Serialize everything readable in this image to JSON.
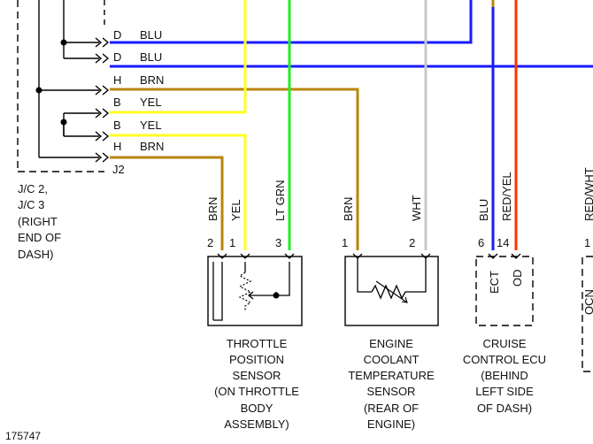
{
  "colors": {
    "blue": "#1a1aff",
    "brown": "#b8860b",
    "yellow": "#ffff22",
    "lt_green": "#22ee22",
    "white_wire": "#c8c8c8",
    "red": "#ff3300",
    "black": "#000000",
    "background": "#ffffff"
  },
  "junction": {
    "pins": [
      {
        "pin": "D",
        "color": "BLU"
      },
      {
        "pin": "D",
        "color": "BLU"
      },
      {
        "pin": "H",
        "color": "BRN"
      },
      {
        "pin": "B",
        "color": "YEL"
      },
      {
        "pin": "B",
        "color": "YEL"
      },
      {
        "pin": "H",
        "color": "BRN"
      }
    ],
    "connector_id": "J2",
    "label_lines": [
      "J/C 2,",
      "J/C 3",
      "(RIGHT",
      "END OF",
      "DASH)"
    ]
  },
  "wire_labels": {
    "tps_brn": "BRN",
    "tps_yel": "YEL",
    "tps_ltgrn": "LT GRN",
    "ect_brn": "BRN",
    "ect_wht": "WHT",
    "ecu_blu": "BLU",
    "ecu_redyel": "RED/YEL",
    "edge_partial": "RED/WHT"
  },
  "pins": {
    "tps_2": "2",
    "tps_1": "1",
    "tps_3": "3",
    "ect_1": "1",
    "ect_2": "2",
    "ecu_6": "6",
    "ecu_14": "14",
    "edge_1": "1"
  },
  "ecu_terminals": [
    "ECT",
    "OD"
  ],
  "edge_box_text": "OCN",
  "components": {
    "throttle_position_sensor": [
      "THROTTLE",
      "POSITION",
      "SENSOR",
      "(ON THROTTLE",
      "BODY",
      "ASSEMBLY)"
    ],
    "engine_coolant_temp_sensor": [
      "ENGINE",
      "COOLANT",
      "TEMPERATURE",
      "SENSOR",
      "(REAR OF",
      "ENGINE)"
    ],
    "cruise_control_ecu": [
      "CRUISE",
      "CONTROL ECU",
      "(BEHIND",
      "LEFT SIDE",
      "OF DASH)"
    ]
  },
  "figure_number": "175747"
}
